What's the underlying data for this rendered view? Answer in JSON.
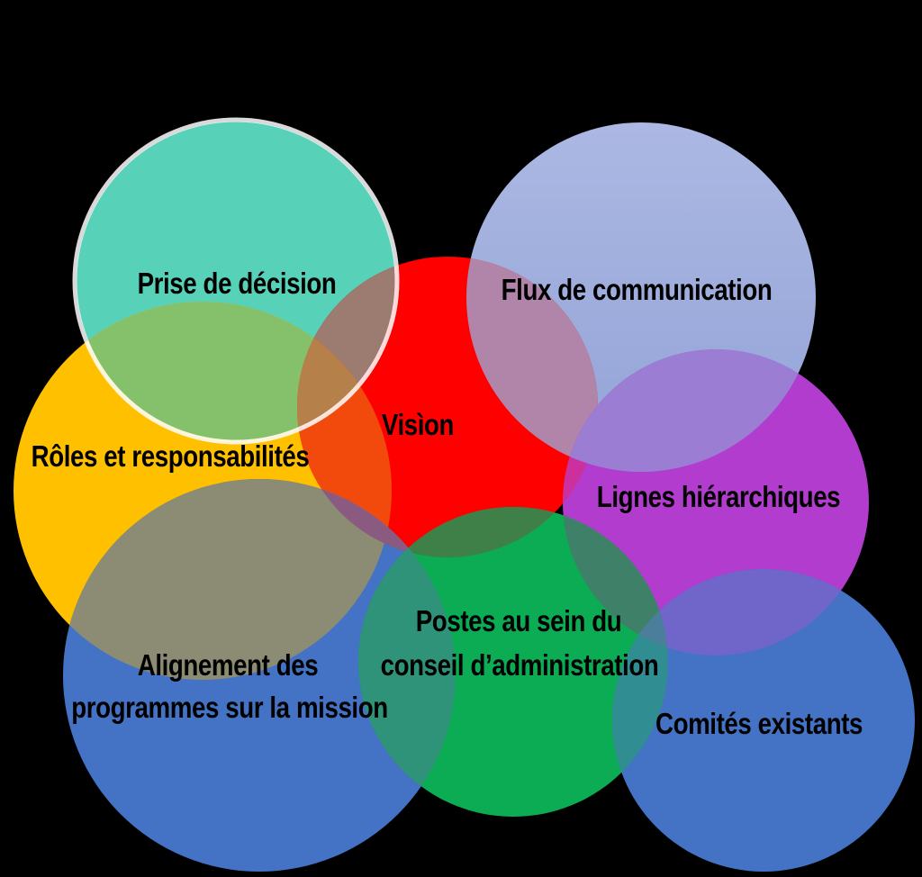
{
  "background": "#000000",
  "text_color": "#000000",
  "circles": {
    "prise": {
      "label": "Prise de décision",
      "color": "#57D1B8",
      "ring_color": "rgba(255,255,255,0.85)"
    },
    "flux": {
      "label": "Flux de communication",
      "color_top": "#ACB8E3",
      "color_bottom": "#92A3D6"
    },
    "vision": {
      "label": "Visìon",
      "color": "#FF0000"
    },
    "roles": {
      "label": "Rôles et responsabilités",
      "color": "#FFC000"
    },
    "lignes": {
      "label": "Lignes hiérarchiques",
      "color": "#B13CCD"
    },
    "alignement": {
      "line1": "Alignement des",
      "line2": "programmes sur la mission",
      "color": "#4472C4"
    },
    "postes": {
      "line1": "Postes au sein du",
      "line2": "conseil d’administration",
      "color": "#0BAC53"
    },
    "comites": {
      "label": "Comités existants",
      "color": "#4472C4"
    }
  },
  "overlaps": {
    "teal_orange": "#85C16A",
    "teal_red": "#9C7B70",
    "teal_orange_red": "#B5804A",
    "orange_red": "#F24A0C",
    "orange_blue": "#8C8C74",
    "red_periwinkle": "#B185AA",
    "red_blue": "#8A5A80",
    "red_green": "#3F7F48",
    "red_purple": "#CB309E",
    "periwinkle_purple": "#9B7DD4",
    "purple_green": "#3F8069",
    "purple_blue": "#7065C8",
    "green_blue_left": "#2E9378",
    "green_blue_right": "#308E92",
    "green_purple_blue": "#4A7E9A"
  }
}
